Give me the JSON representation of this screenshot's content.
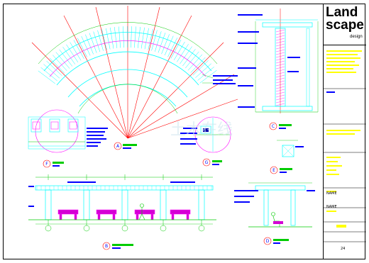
{
  "titles": {
    "c_label": "C",
    "a_label": "A",
    "f_label": "F",
    "g_label": "G",
    "b_label": "B",
    "d_label": "D",
    "e_label": "E"
  },
  "logo": {
    "line1": "Land",
    "line2": "scape",
    "line3": "design"
  },
  "title_block": {
    "name_a": "NAME",
    "name_b": "NAME",
    "sheet_no": "24"
  },
  "watermark": "土木在线",
  "colors": {
    "line": "#00ffff",
    "axis": "#ff0000",
    "dim": "#00cc00",
    "text": "#0000ff",
    "accent": "#ff00ff",
    "note": "#ffff00"
  }
}
